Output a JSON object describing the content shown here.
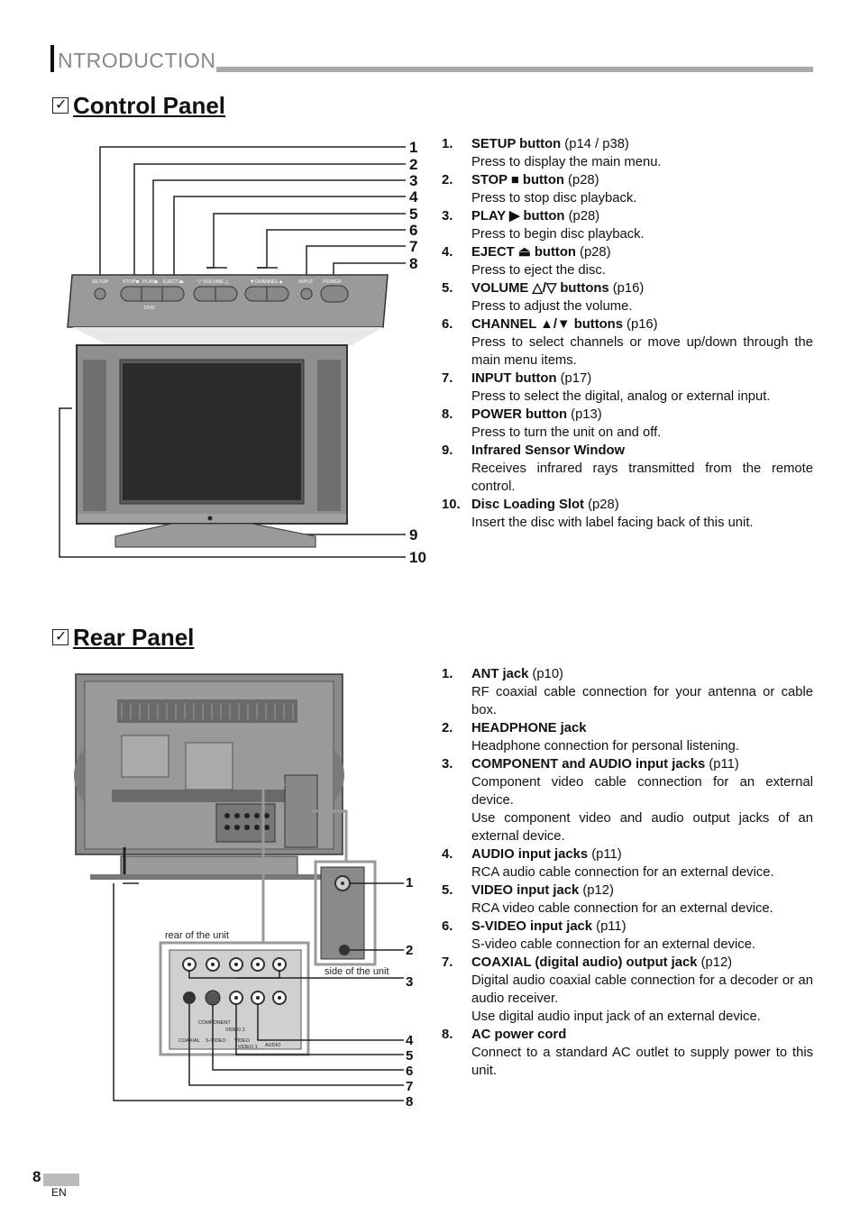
{
  "header": {
    "initial": "I",
    "title": "NTRODUCTION"
  },
  "control_panel": {
    "title": "Control Panel",
    "panel_labels": {
      "setup": "SETUP",
      "stop": "STOP■",
      "play": "PLAY▶",
      "eject": "EJECT⏏",
      "volume": "▽ VOLUME △",
      "channel": "▼CHANNEL▲",
      "input": "INPUT",
      "power": "POWER",
      "dvd": "DVD"
    },
    "callouts": [
      "1",
      "2",
      "3",
      "4",
      "5",
      "6",
      "7",
      "8",
      "9",
      "10"
    ],
    "items": [
      {
        "num": "1.",
        "name": "SETUP button",
        "ref": " (p14 / p38)",
        "desc": "Press to display the main menu."
      },
      {
        "num": "2.",
        "name": "STOP ■ button",
        "ref": " (p28)",
        "desc": "Press to stop disc playback."
      },
      {
        "num": "3.",
        "name": "PLAY ▶ button",
        "ref": " (p28)",
        "desc": "Press to begin disc playback."
      },
      {
        "num": "4.",
        "name": "EJECT ⏏ button",
        "ref": " (p28)",
        "desc": "Press to eject the disc."
      },
      {
        "num": "5.",
        "name": "VOLUME △/▽ buttons",
        "ref": " (p16)",
        "desc": "Press to adjust the volume."
      },
      {
        "num": "6.",
        "name": "CHANNEL ▲/▼ buttons",
        "ref": " (p16)",
        "desc": "Press to select channels or move up/down through the main menu items."
      },
      {
        "num": "7.",
        "name": "INPUT button",
        "ref": " (p17)",
        "desc": "Press to select the digital, analog or external input."
      },
      {
        "num": "8.",
        "name": "POWER button",
        "ref": " (p13)",
        "desc": "Press to turn the unit on and off."
      },
      {
        "num": "9.",
        "name": "Infrared Sensor Window",
        "ref": "",
        "desc": "Receives infrared rays transmitted from the remote control."
      },
      {
        "num": "10.",
        "name": "Disc Loading Slot",
        "ref": " (p28)",
        "desc": "Insert the disc with label facing back of this unit."
      }
    ]
  },
  "rear_panel": {
    "title": "Rear Panel",
    "caption_rear": "rear of the unit",
    "caption_side": "side of the unit",
    "jack_labels": {
      "component": "COMPONENT",
      "video2": "VIDEO 2",
      "coaxial": "COAXIAL",
      "svideo": "S-VIDEO",
      "video": "VIDEO",
      "video1": "VIDEO 1",
      "audio": "AUDIO"
    },
    "callouts": [
      "1",
      "2",
      "3",
      "4",
      "5",
      "6",
      "7",
      "8"
    ],
    "items": [
      {
        "num": "1.",
        "name": "ANT jack",
        "ref": " (p10)",
        "desc": "RF coaxial cable connection for your antenna or cable box."
      },
      {
        "num": "2.",
        "name": "HEADPHONE jack",
        "ref": "",
        "desc": "Headphone connection for personal listening."
      },
      {
        "num": "3.",
        "name": "COMPONENT and AUDIO input jacks",
        "ref": " (p11)",
        "desc": "Component video cable connection for an external device.",
        "desc2": "Use component video and audio output jacks of an external device."
      },
      {
        "num": "4.",
        "name": "AUDIO input jacks",
        "ref": " (p11)",
        "desc": "RCA audio cable connection for an external device."
      },
      {
        "num": "5.",
        "name": "VIDEO input jack",
        "ref": " (p12)",
        "desc": "RCA video cable connection for an external device."
      },
      {
        "num": "6.",
        "name": "S-VIDEO input jack",
        "ref": " (p11)",
        "desc": "S-video cable connection for an external device."
      },
      {
        "num": "7.",
        "name": "COAXIAL (digital audio) output jack",
        "ref": " (p12)",
        "desc": "Digital audio coaxial cable connection for a decoder or an audio receiver.",
        "desc2": "Use digital audio input jack of an external device."
      },
      {
        "num": "8.",
        "name": "AC power cord",
        "ref": "",
        "desc": "Connect to a standard AC outlet to supply power to this unit."
      }
    ]
  },
  "footer": {
    "page_number": "8",
    "language": "EN"
  }
}
